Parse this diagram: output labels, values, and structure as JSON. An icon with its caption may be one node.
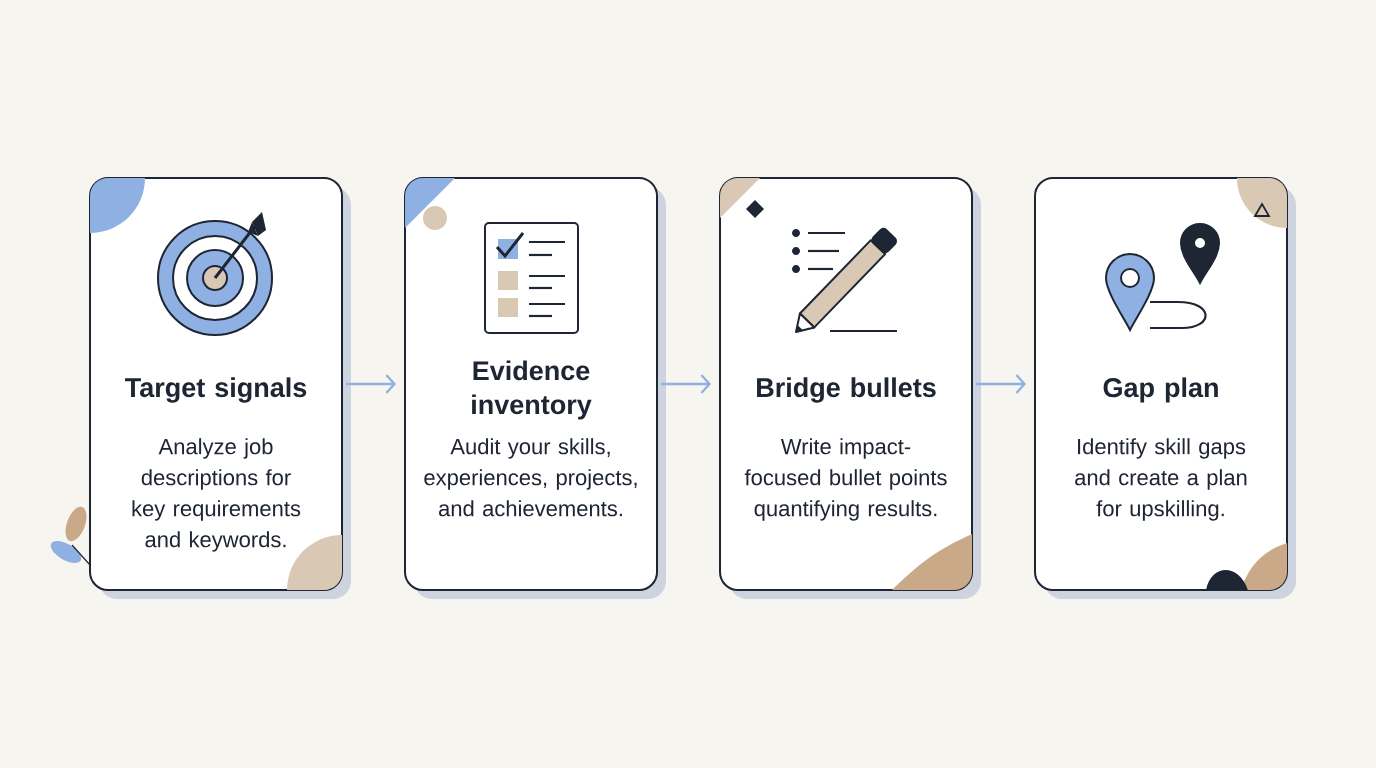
{
  "diagram": {
    "nodes": [
      {
        "text": [
          "Target signals",
          "Analyze job descriptions for key requirements and keywords."
        ]
      },
      {
        "text": [
          "Evidence inventory",
          "Audit your skills, experiences, projects, and achievements."
        ]
      },
      {
        "text": [
          "Bridge bullets",
          "Write impact-focused bullet points quantifying results."
        ]
      },
      {
        "text": [
          "Gap plan",
          "Identify skill gaps and create a plan for upskilling."
        ]
      }
    ],
    "edges": [
      {
        "from": 0,
        "to": 1,
        "arrow": "to"
      },
      {
        "from": 1,
        "to": 2,
        "arrow": "to"
      },
      {
        "from": 2,
        "to": 3,
        "arrow": "to"
      }
    ]
  }
}
